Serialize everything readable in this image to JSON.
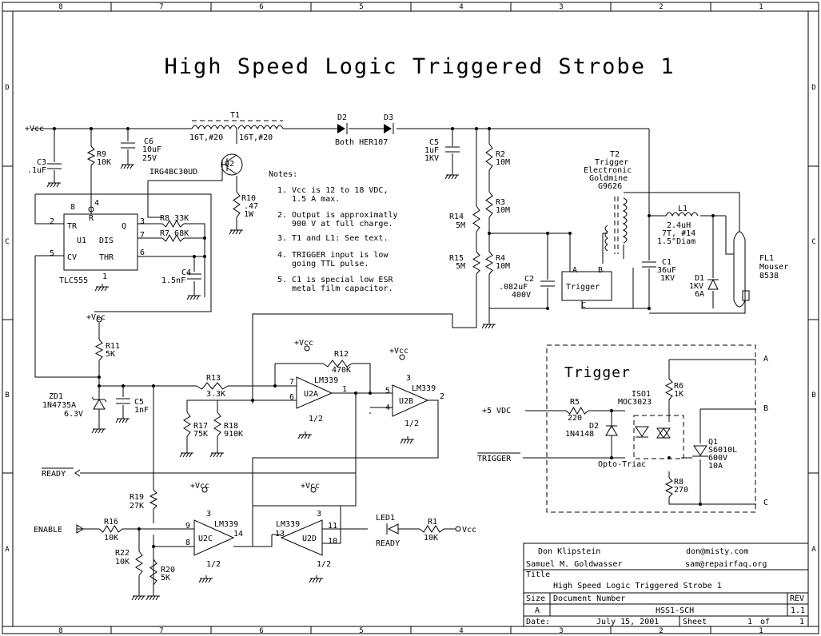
{
  "title": "High Speed Logic Triggered Strobe 1",
  "border": {
    "columns": [
      "8",
      "7",
      "6",
      "5",
      "4",
      "3",
      "2",
      "1"
    ],
    "rows": [
      "D",
      "C",
      "B",
      "A"
    ]
  },
  "notes": {
    "heading": "Notes:",
    "lines": [
      "1. Vcc is 12 to 18 VDC,",
      "   1.5 A max.",
      "2. Output is approximatly",
      "   900 V at full charge.",
      "3. T1 and L1: See text.",
      "4. TRIGGER input is low",
      "   going TTL pulse.",
      "5. C1 is special low ESR",
      "   metal film capacitor."
    ]
  },
  "labels": {
    "vcc": "+Vcc",
    "t1": "T1",
    "t1_w1": "16T,#20",
    "t1_w2": "16T,#20",
    "d2": "D2",
    "d3": "D3",
    "d_both": "Both HER107",
    "c5a": "C5",
    "c5a_v1": "1uF",
    "c5a_v2": "1KV",
    "c3": "C3",
    "c3_v": ".1uF",
    "r9": "R9",
    "r9_v": "10K",
    "c6": "C6",
    "c6_v1": "10uF",
    "c6_v2": "25V",
    "q2": "Q2",
    "q2_part": "IRG4BC30UD",
    "r10": "R10",
    "r10_v1": ".47",
    "r10_v2": "1W",
    "u1_p8": "8",
    "u1_p4": "4",
    "u1_r": "R",
    "u1_p2": "2",
    "u1_tr": "TR",
    "u1_q": "Q",
    "u1_p3": "3",
    "u1_name": "U1",
    "u1_dis": "DIS",
    "u1_p7": "7",
    "u1_p5": "5",
    "u1_cv": "CV",
    "u1_thr": "THR",
    "u1_p6": "6",
    "u1_p1": "1",
    "u1_part": "TLC555",
    "r8": "R8 33K",
    "r7": "R7 68K",
    "c4": "C4",
    "c4_v": "1.5nF",
    "r2": "R2",
    "r2_v": "10M",
    "r3": "R3",
    "r3_v": "10M",
    "r14": "R14",
    "r14_v": "5M",
    "r15": "R15",
    "r15_v": "5M",
    "r4": "R4",
    "r4_v": "10M",
    "c2": "C2",
    "c2_v1": ".082uF",
    "c2_v2": "400V",
    "trig_box": "Trigger",
    "trig_a": "A",
    "trig_b": "B",
    "trig_c": "C",
    "t2": "T2",
    "t2_l1": "Trigger",
    "t2_l2": "Electronic",
    "t2_l3": "Goldmine",
    "t2_l4": "G9626",
    "l1": "L1",
    "l1_v1": "2.4uH",
    "l1_v2": "7T, #14",
    "l1_v3": "1.5\"Diam",
    "c1": "C1",
    "c1_v1": "36uF",
    "c1_v2": "1KV",
    "d1": "D1",
    "d1_v1": "1KV",
    "d1_v2": "6A",
    "fl1": "FL1",
    "fl1_v1": "Mouser",
    "fl1_v2": "8538",
    "r11": "R11",
    "r11_v": "5K",
    "zd1": "ZD1",
    "zd1_v1": "1N4735A",
    "zd1_v2": "6.3V",
    "c5b": "C5",
    "c5b_v": "1nF",
    "r13": "R13",
    "r13_v": "3.3K",
    "r17": "R17",
    "r17_v": "75K",
    "r18": "R18",
    "r18_v": "910K",
    "r12": "R12",
    "r12_v": "470K",
    "u2a": "U2A",
    "u2a_part": "LM339",
    "u2a_p7": "7",
    "u2a_p6": "6",
    "u2a_p1": "1",
    "u2a_half": "1/2",
    "u2b": "U2B",
    "u2b_part": "LM339",
    "u2b_p5": "5",
    "u2b_p4": "4",
    "u2b_p2": "2",
    "u2b_p3": "3",
    "u2b_half": "1/2",
    "ready_out": "READY",
    "enable": "ENABLE",
    "r16": "R16",
    "r16_v": "10K",
    "r19": "R19",
    "r19_v": "27K",
    "r22": "R22",
    "r22_v": "10K",
    "r20": "R20",
    "r20_v": "5K",
    "u2c": "U2C",
    "u2c_part": "LM339",
    "u2c_p9": "9",
    "u2c_p8": "8",
    "u2c_p14": "14",
    "u2c_p3": "3",
    "u2c_half": "1/2",
    "u2d": "U2D",
    "u2d_part": "LM339",
    "u2d_p13": "13",
    "u2d_p11": "11",
    "u2d_p10": "10",
    "u2d_p3": "3",
    "u2d_half": "1/2",
    "led1": "LED1",
    "led1_v": "READY",
    "r1": "R1",
    "r1_v": "10K",
    "r1_vcc": "Vcc",
    "trigger_title": "Trigger",
    "tr_a": "A",
    "tr_b": "B",
    "tr_c": "C",
    "plus5": "+5 VDC",
    "r5": "R5",
    "r5_v": "220",
    "d2t": "D2",
    "d2t_v": "1N4148",
    "iso1": "ISO1",
    "iso1_v": "MOC3023",
    "opto": "Opto-Triac",
    "r6": "R6",
    "r6_v": "1K",
    "q1": "Q1",
    "q1_v1": "S6010L",
    "q1_v2": "600V",
    "q1_v3": "10A",
    "r8t": "R8",
    "r8t_v": "270",
    "trigger_in": "TRIGGER"
  },
  "title_block": {
    "author1": "Don Klipstein",
    "email1": "don@misty.com",
    "author2": "Samuel M. Goldwasser",
    "email2": "sam@repairfaq.org",
    "title_label": "Title",
    "title_value": "High Speed Logic Triggered Strobe 1",
    "size_label": "Size",
    "size_value": "A",
    "docnum_label": "Document Number",
    "docnum_value": "HSS1-SCH",
    "rev_label": "REV",
    "rev_value": "1.1",
    "date_label": "Date:",
    "date_value": "July 15, 2001",
    "sheet_label": "Sheet",
    "sheet_value": "1",
    "of_label": "of",
    "of_value": "1"
  }
}
